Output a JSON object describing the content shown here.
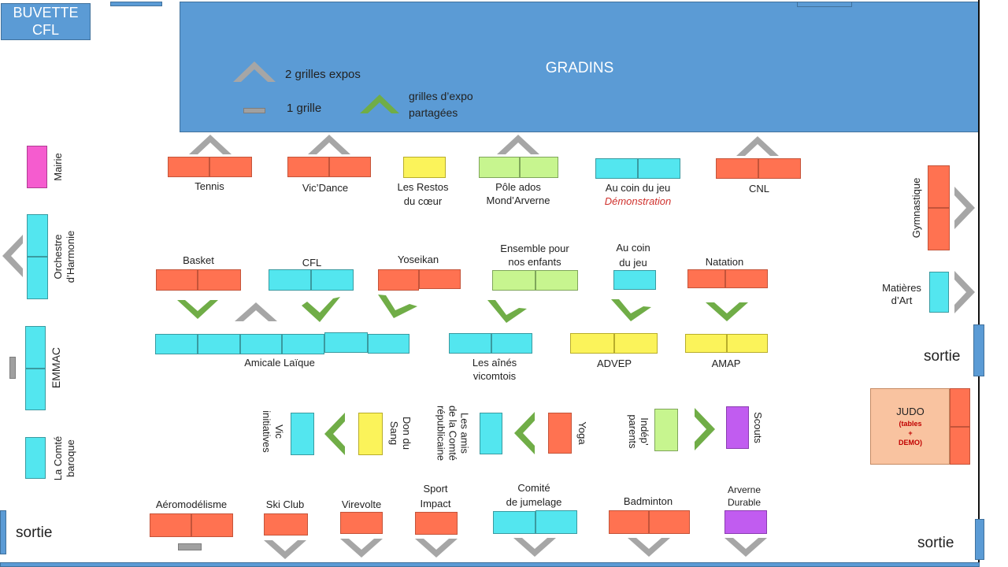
{
  "header": {
    "buvette": "BUVETTE\nCFL",
    "gradins": "GRADINS"
  },
  "legend": {
    "two_grids": "2 grilles expos",
    "one_grid": "1 grille",
    "shared_grids": "grilles d’expo\npartagées"
  },
  "colors": {
    "orange": "#ff7251",
    "cyan": "#53e6ef",
    "yellow": "#fbf35a",
    "light_green": "#c7f58f",
    "pink": "#f55ccf",
    "purple": "#c15cf0",
    "peach": "#f9c3a0",
    "blue": "#5b9bd5",
    "gray_arrow": "#a6a6a6",
    "green_arrow": "#70ad47"
  },
  "stands": {
    "tennis": "Tennis",
    "vicdance": "Vic’Dance",
    "restos": "Les Restos\ndu cœur",
    "pole_ados": "Pôle ados\nMond’Arverne",
    "coin_jeu_top": "Au coin du jeu",
    "demonstration": "Démonstration",
    "cnl": "CNL",
    "basket": "Basket",
    "cfl": "CFL",
    "yoseikan": "Yoseikan",
    "ensemble": "Ensemble pour\nnos enfants",
    "coin_jeu_mid": "Au coin\ndu jeu",
    "natation": "Natation",
    "amicale": "Amicale Laïque",
    "aines": "Les aînés\nvicomtois",
    "advep": "ADVEP",
    "amap": "AMAP",
    "vic_initiatives": "Vic\ninitiatives",
    "don_sang": "Don du\nSang",
    "amis_comte": "Les amis\nde la Comté\nrépublicaine",
    "yoga": "Yoga",
    "indep_parents": "Indép’\nparents",
    "scouts": "Scouts",
    "aeromodelisme": "Aéromodélisme",
    "ski_club": "Ski Club",
    "virevolte": "Virevolte",
    "sport_impact": "Sport\nImpact",
    "jumelage": "Comité\nde jumelage",
    "badminton": "Badminton",
    "arverne_durable": "Arverne\nDurable",
    "mairie": "Mairie",
    "orchestre": "Orchestre\nd’Harmonie",
    "emmac": "EMMAC",
    "comte_baroque": "La Comté\nbaroque",
    "gymnastique": "Gymnastique",
    "matieres_art": "Matières\nd’Art",
    "judo": "JUDO",
    "judo_note": "(tables\n+\nDEMO)"
  },
  "exits": {
    "right_mid": "sortie",
    "left_bottom": "sortie",
    "right_bottom": "sortie"
  }
}
